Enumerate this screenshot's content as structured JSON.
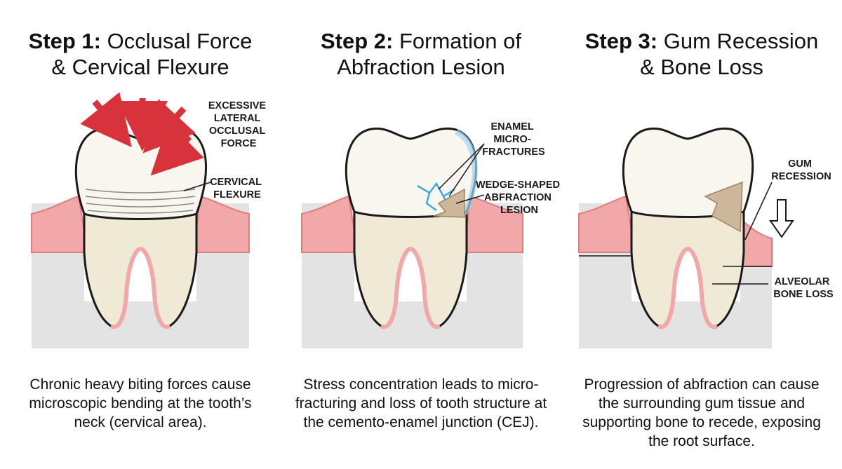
{
  "palette": {
    "gum": "#f2a8a8",
    "gum_edge": "#e07c7c",
    "bone": "#e3e3e3",
    "enamel": "#f8f6ee",
    "root": "#efe9d6",
    "arrow": "#d8323c",
    "crack": "#3fa9e6",
    "lesion": "#cdb79a"
  },
  "panels": [
    {
      "step_label": "Step 1:",
      "title_rest_line1": "Occlusal Force",
      "title_line2": "& Cervical Flexure",
      "labels": {
        "force": [
          "EXCESSIVE",
          "LATERAL",
          "OCCLUSAL",
          "FORCE"
        ],
        "flexure": [
          "CERVICAL",
          "FLEXURE"
        ]
      },
      "caption": "Chronic heavy biting forces cause microscopic bending at the tooth’s neck (cervical area)."
    },
    {
      "step_label": "Step 2:",
      "title_rest_line1": "Formation of",
      "title_line2": "Abfraction Lesion",
      "labels": {
        "fractures": [
          "ENAMEL",
          "MICRO-",
          "FRACTURES"
        ],
        "lesion": [
          "WEDGE-SHAPED",
          "ABFRACTION",
          "LESION"
        ]
      },
      "caption": "Stress concentration leads to micro-fracturing and loss of tooth structure at the cemento-enamel junction (CEJ)."
    },
    {
      "step_label": "Step 3:",
      "title_rest_line1": "Gum Recession",
      "title_line2": "& Bone Loss",
      "labels": {
        "recession": [
          "GUM",
          "RECESSION"
        ],
        "bone_loss": [
          "ALVEOLAR",
          "BONE LOSS"
        ]
      },
      "caption": "Progression of abfraction can cause the surrounding gum tissue and supporting bone to recede, exposing the root surface."
    }
  ]
}
